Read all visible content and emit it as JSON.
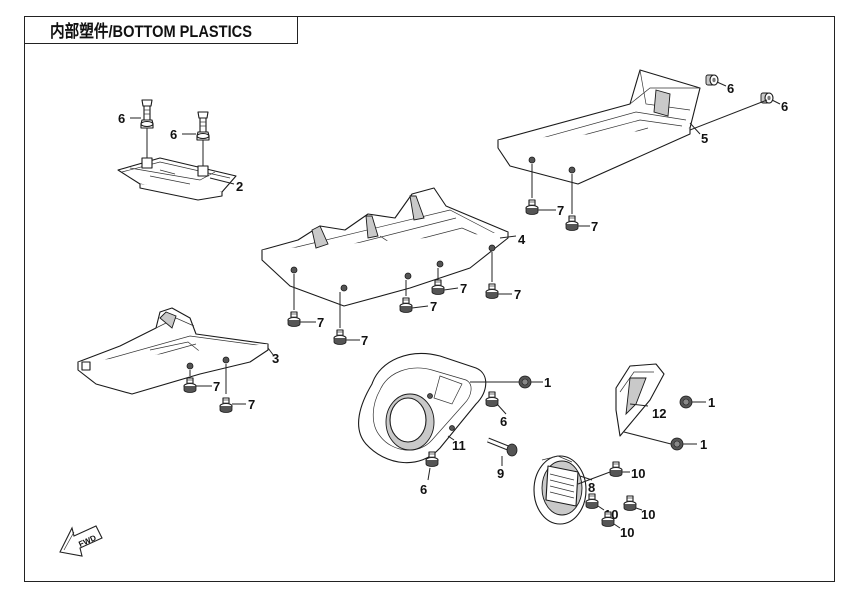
{
  "title": "内部塑件/BOTTOM PLASTICS",
  "fwd_label": "FWD",
  "callouts": {
    "c6a": "6",
    "c6b": "6",
    "c2": "2",
    "c6c": "6",
    "c6d": "6",
    "c5": "5",
    "c7a": "7",
    "c7b": "7",
    "c4": "4",
    "c7c": "7",
    "c7d": "7",
    "c7e": "7",
    "c7f": "7",
    "c7g": "7",
    "c3": "3",
    "c7h": "7",
    "c7i": "7",
    "c1a": "1",
    "c6e": "6",
    "c11": "11",
    "c9": "9",
    "c6f": "6",
    "c12": "12",
    "c1b": "1",
    "c1c": "1",
    "c10a": "10",
    "c8": "8",
    "c10b": "10",
    "c10c": "10",
    "c10d": "10"
  }
}
